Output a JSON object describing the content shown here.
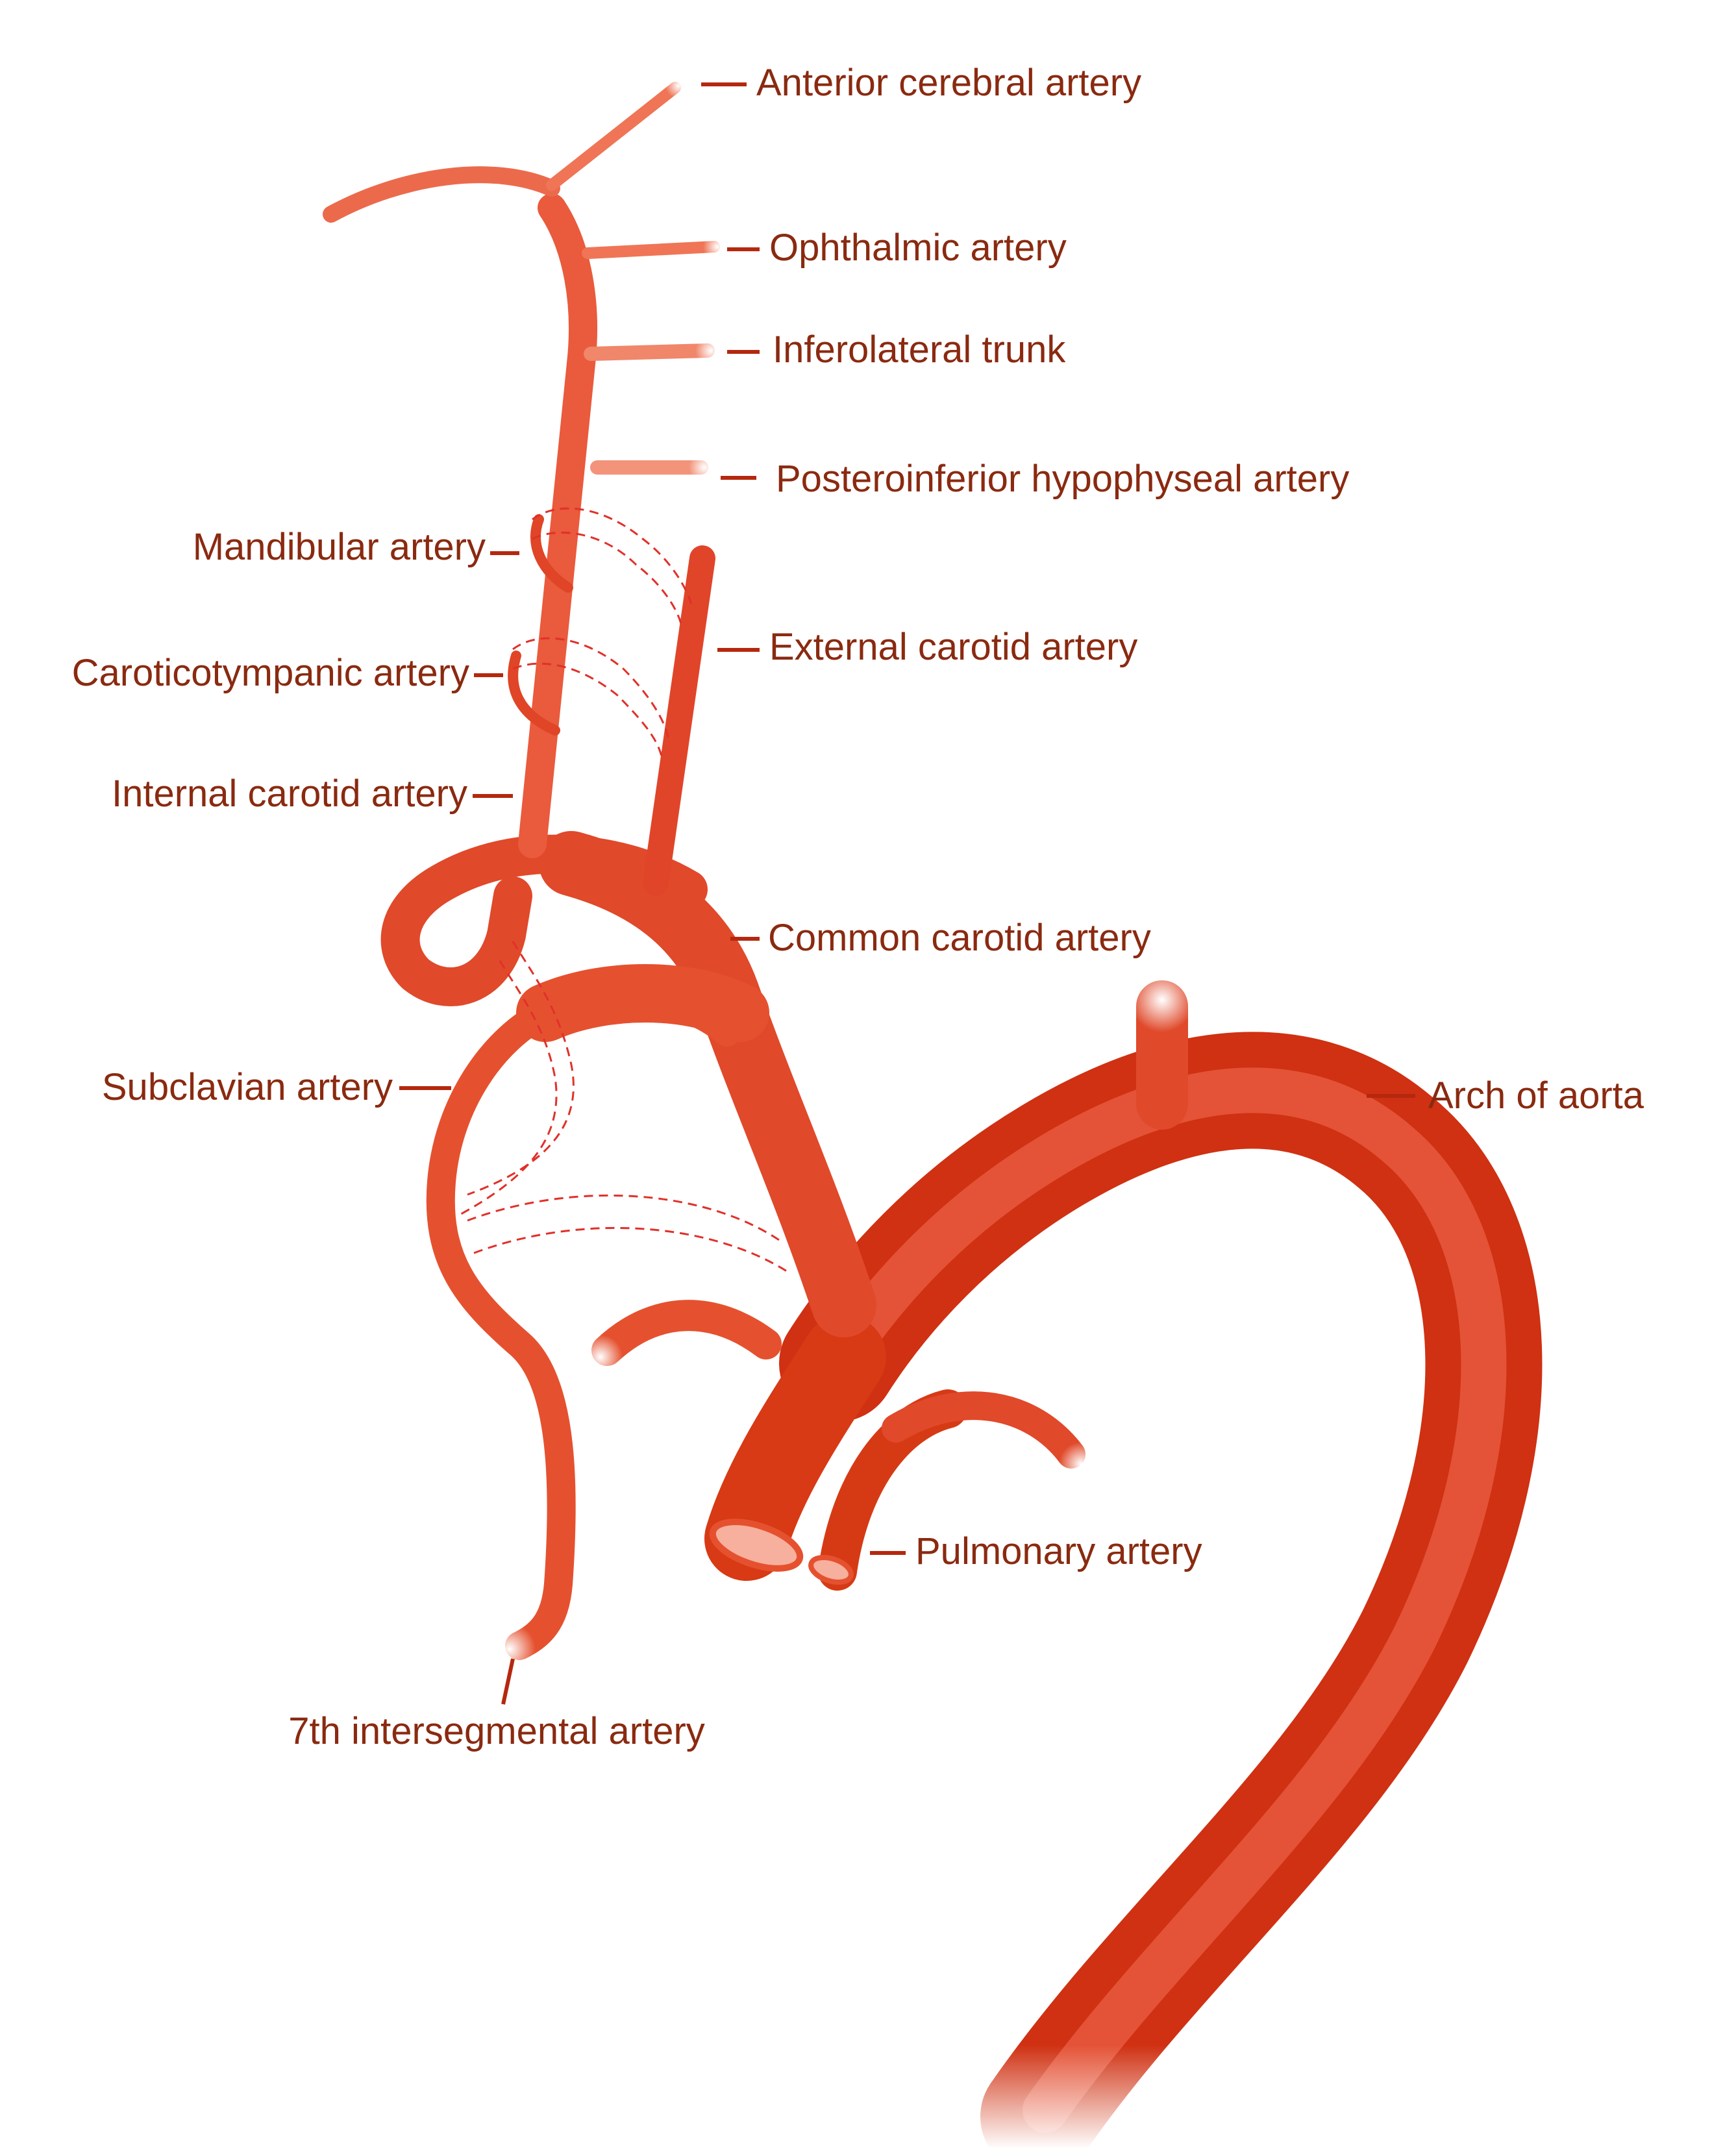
{
  "diagram": {
    "colors": {
      "artery": "#e9553a",
      "artery_dark": "#cf3112",
      "artery_light": "#f07a5c",
      "label": "#8a2a10",
      "leader": "#b5280e",
      "dashed_line": "#e0312a"
    },
    "labels": {
      "anterior_cerebral": "Anterior cerebral artery",
      "ophthalmic": "Ophthalmic artery",
      "inferolateral": "Inferolateral trunk",
      "posteroinferior": "Posteroinferior hypophyseal artery",
      "mandibular": "Mandibular artery",
      "caroticotympanic": "Caroticotympanic artery",
      "external_carotid": "External carotid artery",
      "internal_carotid": "Internal carotid artery",
      "common_carotid": "Common carotid artery",
      "subclavian": "Subclavian artery",
      "arch_of_aorta": "Arch of aorta",
      "pulmonary": "Pulmonary artery",
      "intersegmental": "7th intersegmental artery"
    }
  }
}
